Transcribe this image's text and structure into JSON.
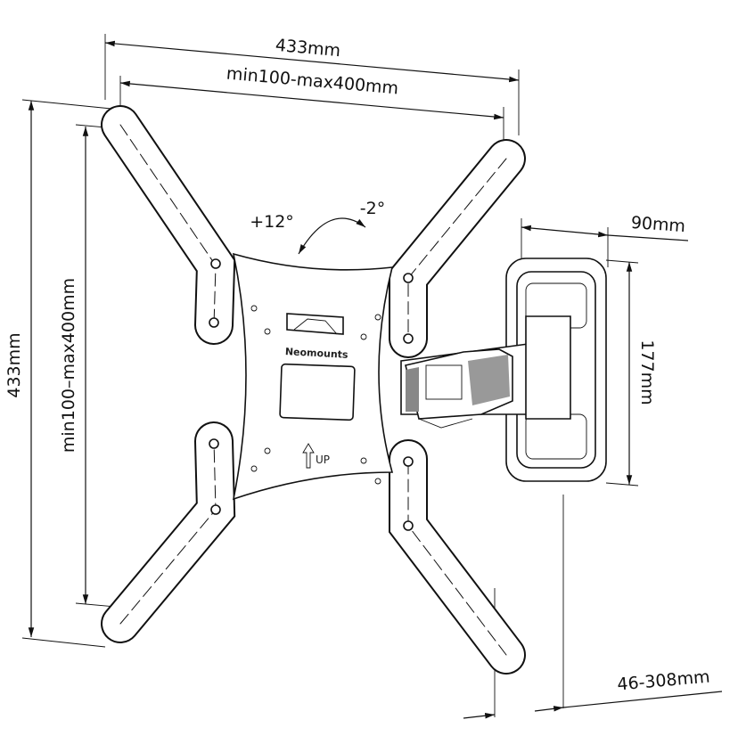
{
  "dimensions": {
    "overall_width": "433mm",
    "vesa_width": "min100-max400mm",
    "overall_height": "433mm",
    "vesa_height": "min100–max400mm",
    "tilt_up": "+12°",
    "tilt_down": "-2°",
    "wall_plate_width": "90mm",
    "wall_plate_height": "177mm",
    "wall_distance": "46-308mm"
  },
  "product": {
    "brand": "Neomounts",
    "orientation_label": "UP"
  }
}
